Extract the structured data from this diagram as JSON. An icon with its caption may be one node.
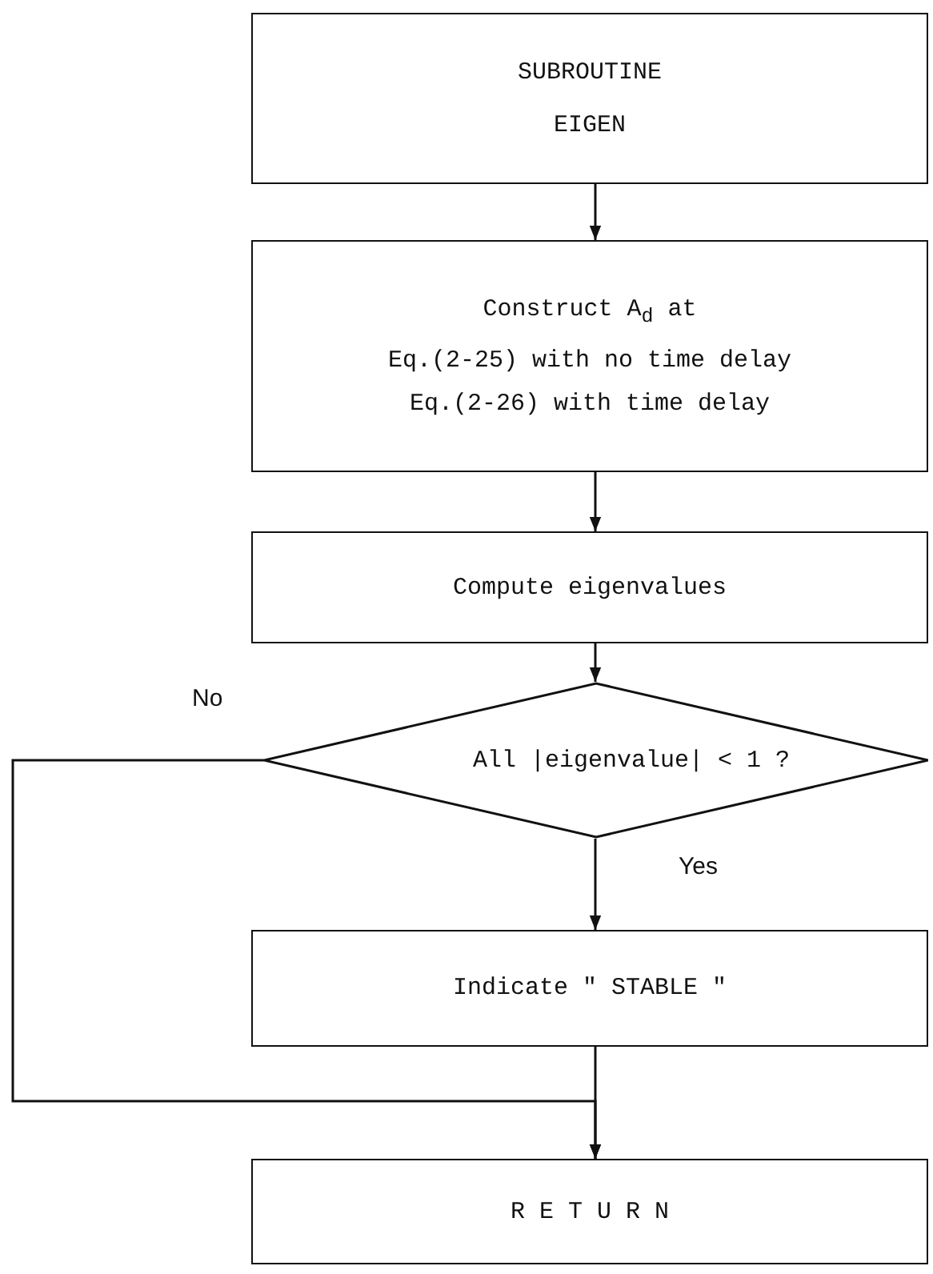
{
  "diagram": {
    "nodes": [
      {
        "text": [
          "SUBROUTINE EIGEN"
        ]
      },
      {
        "text": [
          "Construct A$_{d}$ at",
          "Eq.(2-25) with no time delay",
          "Eq.(2-26) with time delay"
        ]
      },
      {
        "text": [
          "Compute eigenvalues"
        ]
      },
      {
        "text": [
          "All |eigenvalue| < 1 ?"
        ]
      },
      {
        "text": [
          "Indicate \" STABLE \""
        ]
      },
      {
        "text": [
          "R E T U R N"
        ]
      }
    ],
    "edges": [
      {
        "from": 0,
        "to": 1,
        "arrow": "to"
      },
      {
        "from": 1,
        "to": 2,
        "arrow": "to"
      },
      {
        "from": 2,
        "to": 3,
        "arrow": "to"
      },
      {
        "from": 3,
        "to": 4,
        "arrow": "to",
        "label": "Yes"
      },
      {
        "from": 3,
        "to": 5,
        "arrow": "to",
        "label": "No"
      },
      {
        "from": 4,
        "to": 5,
        "arrow": "to"
      }
    ]
  }
}
